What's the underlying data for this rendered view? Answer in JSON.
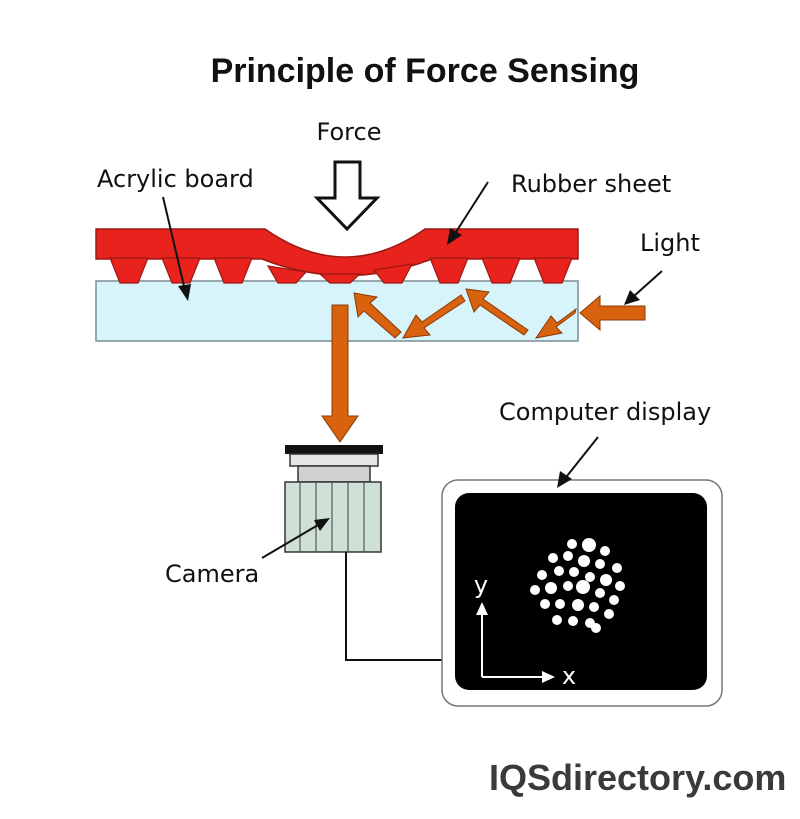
{
  "title": "Principle of Force Sensing",
  "labels": {
    "force": "Force",
    "acrylic_board": "Acrylic board",
    "rubber_sheet": "Rubber sheet",
    "light": "Light",
    "computer_display": "Computer display",
    "camera": "Camera",
    "axis_x": "x",
    "axis_y": "y"
  },
  "watermark": "IQSdirectory.com",
  "colors": {
    "rubber": "#e8231e",
    "acrylic": "#d8f4fb",
    "light_arrow": "#d9620e",
    "screen": "#000000",
    "camera_body": "#cfe0d6"
  }
}
